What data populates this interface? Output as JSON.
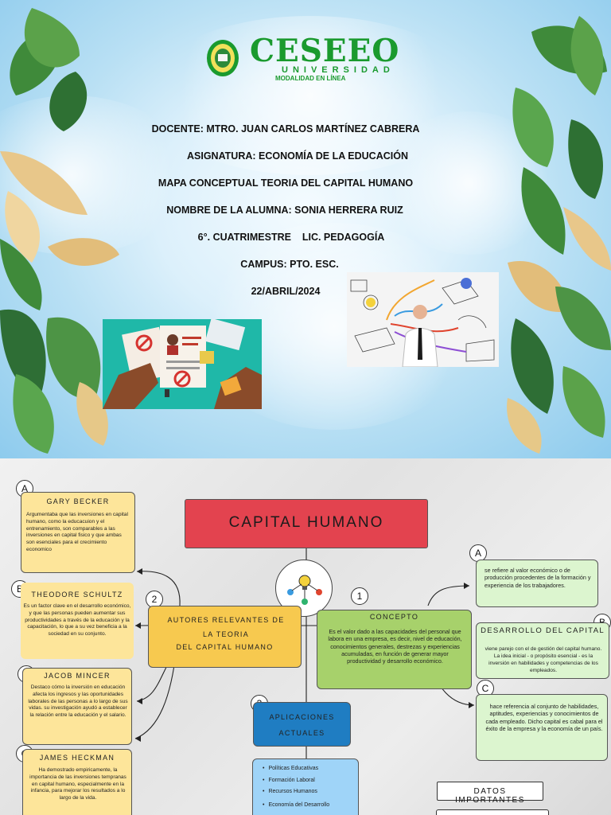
{
  "cover": {
    "logo": {
      "brand": "CESEEO",
      "subtitle": "UNIVERSIDAD",
      "tagline": "MODALIDAD EN LÍNEA",
      "color": "#1a9a2e"
    },
    "lines": {
      "docente": "DOCENTE: MTRO. JUAN CARLOS MARTÍNEZ CABRERA",
      "asignatura": "ASIGNATURA: ECONOMÍA DE LA EDUCACIÓN",
      "mapa": "MAPA CONCEPTUAL TEORIA DEL CAPITAL HUMANO",
      "alumna": "NOMBRE DE LA ALUMNA: SONIA HERRERA RUIZ",
      "cuatrimestre": "6°. CUATRIMESTRE    LIC. PEDAGOGÍA",
      "campus": "CAMPUS: PTO. ESC.",
      "fecha": "22/ABRIL/2024"
    }
  },
  "map": {
    "main_title": "CAPITAL HUMANO",
    "authors": {
      "badge": "2",
      "title_line1": "AUTORES RELEVANTES DE LA TEORIA",
      "title_line2": "DEL CAPITAL HUMANO",
      "becker": {
        "badge": "A",
        "name": "GARY BECKER",
        "text": "Argumentaba que las inversiones en capital humano, como la educacuion y el entrenamiento, son comparables a las inversiones en capital fisico y que ambas son esenciales para el crecimiento economico"
      },
      "schultz": {
        "badge": "B",
        "name": "THEODORE SCHULTZ",
        "text": "Es un factor clave en el desarrollo económico, y que las personas pueden aumentar sus productividades a través de la educación y la capacitación, lo que a su vez beneficia a la sociedad en su conjunto."
      },
      "mincer": {
        "badge": "C",
        "name": "JACOB MINCER",
        "text": "Destaco cómo la inversión   en educación afecta los ingresos y las oportunidades laborales de las personas a lo largo de sus vidas. su investigación ayudó a establecer la relación entre la educación y el salario."
      },
      "heckman": {
        "badge": "C",
        "name": "JAMES HECKMAN",
        "text": "Ha demostrado empiricamente, la importancia de las inversiones tempranas en capital humano, especialmente en la infancia, para mejorar los resultados a lo largo de la vida."
      }
    },
    "concepto": {
      "badge": "1",
      "title": "CONCEPTO",
      "text": "Es el valor dado a las capacidades del personal que labora en una empresa, es decir, nivel de educación, conocimientos generales, destrezas y experiencias acumuladas, en función de generar mayor productividad y desarrollo económico.",
      "a": {
        "badge": "A",
        "text": "se refiere al valor económico o de producción procedentes de la formación y experiencia de los trabajadores."
      },
      "b": {
        "badge": "B",
        "title": "DESARROLLO DEL CAPITAL",
        "text": "viene parejo con el de gestión del capital humano. La idea inicial - o propósito esencial - es la inversión en habilidades y competencias de los empleados."
      },
      "c": {
        "badge": "C",
        "text": "hace referencia al conjunto de habilidades, aptitudes, experiencias y conocimientos de cada empleado. Dicho capital es cabal para el éxito de la empresa y la economía de un país."
      }
    },
    "aplicaciones": {
      "badge": "3",
      "title_line1": "APLICACIONES",
      "title_line2": "ACTUALES",
      "items": [
        "Políticas Educativas",
        "Formación Laboral",
        "Recursos Humanos",
        "Economía del Desarrollo"
      ]
    },
    "datos": {
      "title": "DATOS IMPORTANTES"
    }
  }
}
